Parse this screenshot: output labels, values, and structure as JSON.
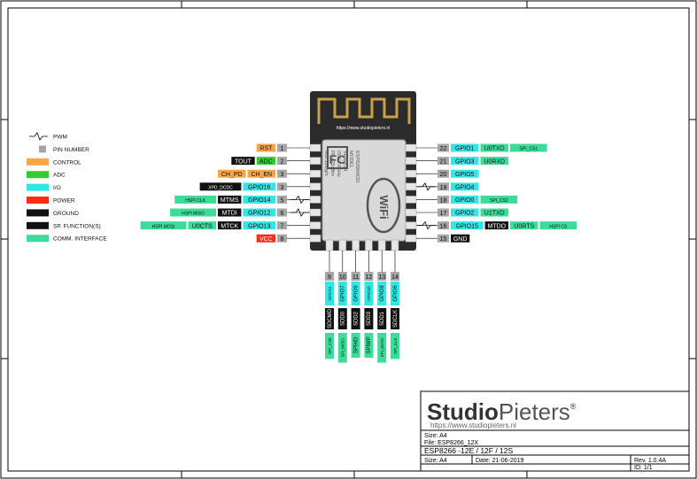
{
  "legend": [
    {
      "label": "PWM",
      "kind": "pwm",
      "color": "#000000"
    },
    {
      "label": "PIN NUMBER",
      "kind": "pin",
      "color": "#a6a6a6"
    },
    {
      "label": "CONTROL",
      "kind": "box",
      "color": "#f7a54a"
    },
    {
      "label": "ADC",
      "kind": "box",
      "color": "#33cc33"
    },
    {
      "label": "I/O",
      "kind": "box",
      "color": "#33e6e6"
    },
    {
      "label": "POWER",
      "kind": "box",
      "color": "#ff2a1a"
    },
    {
      "label": "GROUND",
      "kind": "box",
      "color": "#111111"
    },
    {
      "label": "SP. FUNCTION(S)",
      "kind": "box",
      "color": "#111111"
    },
    {
      "label": "COMM. INTERFACE",
      "kind": "box",
      "color": "#3ddc9a"
    }
  ],
  "colors": {
    "control": "#f7a54a",
    "adc": "#33cc33",
    "io": "#33e6e6",
    "power": "#ff2a1a",
    "ground": "#111111",
    "sp": "#111111",
    "comm": "#3ddc9a",
    "pin": "#a6a6a6",
    "module": "#2b2b2b",
    "shield": "#d9d9d9",
    "antenna": "#c8a24a"
  },
  "module": {
    "url": "https://www.studiopieters.nl",
    "shield_lines": [
      "ESP8266MOD",
      "MODEL",
      "VENDOR",
      "ISM 2.4GHz",
      "PA +25dBm",
      "802.11b/g/n"
    ]
  },
  "left_pins": [
    {
      "num": "1",
      "labels": [
        {
          "text": "RST",
          "type": "control"
        }
      ]
    },
    {
      "num": "2",
      "labels": [
        {
          "text": "ADC",
          "type": "adc"
        },
        {
          "text": "TOUT",
          "type": "sp"
        }
      ]
    },
    {
      "num": "3",
      "labels": [
        {
          "text": "CH_EN",
          "type": "control"
        },
        {
          "text": "CH_PD",
          "type": "control"
        }
      ]
    },
    {
      "num": "3",
      "labels": [
        {
          "text": "GPIO16",
          "type": "io"
        },
        {
          "text": "XPD_DCDC",
          "type": "sp"
        }
      ]
    },
    {
      "num": "5",
      "pwm": true,
      "labels": [
        {
          "text": "GPIO14",
          "type": "io"
        },
        {
          "text": "MTMS",
          "type": "sp"
        },
        {
          "text": "HSPI CLK",
          "type": "comm"
        }
      ]
    },
    {
      "num": "6",
      "pwm": true,
      "labels": [
        {
          "text": "GPIO12",
          "type": "io"
        },
        {
          "text": "MTDI",
          "type": "sp"
        },
        {
          "text": "HSPI MISO",
          "type": "comm"
        }
      ]
    },
    {
      "num": "7",
      "labels": [
        {
          "text": "GPIO13",
          "type": "io"
        },
        {
          "text": "MTCK",
          "type": "sp"
        },
        {
          "text": "U0CTS",
          "type": "comm"
        },
        {
          "text": "HSPI MOSI",
          "type": "comm"
        }
      ]
    },
    {
      "num": "8",
      "labels": [
        {
          "text": "VCC",
          "type": "power"
        }
      ]
    }
  ],
  "right_pins": [
    {
      "num": "22",
      "labels": [
        {
          "text": "GPIO1",
          "type": "io"
        },
        {
          "text": "U0TXD",
          "type": "comm"
        },
        {
          "text": "SPI_CS1",
          "type": "comm"
        }
      ]
    },
    {
      "num": "21",
      "labels": [
        {
          "text": "GPIO3",
          "type": "io"
        },
        {
          "text": "U0RXD",
          "type": "comm"
        }
      ]
    },
    {
      "num": "20",
      "labels": [
        {
          "text": "GPIO5",
          "type": "io"
        }
      ]
    },
    {
      "num": "19",
      "pwm": true,
      "labels": [
        {
          "text": "GPIO4",
          "type": "io"
        }
      ]
    },
    {
      "num": "18",
      "labels": [
        {
          "text": "GPIO0",
          "type": "io"
        },
        {
          "text": "SPI_CS2",
          "type": "comm"
        }
      ]
    },
    {
      "num": "17",
      "labels": [
        {
          "text": "GPIO2",
          "type": "io"
        },
        {
          "text": "U1TXD",
          "type": "comm"
        }
      ]
    },
    {
      "num": "16",
      "pwm": true,
      "labels": [
        {
          "text": "GPIO15",
          "type": "io"
        },
        {
          "text": "MTDO",
          "type": "sp"
        },
        {
          "text": "U0RTS",
          "type": "comm"
        },
        {
          "text": "HSPI CS",
          "type": "comm"
        }
      ]
    },
    {
      "num": "15",
      "labels": [
        {
          "text": "GND",
          "type": "ground"
        }
      ]
    }
  ],
  "bottom_pins": [
    {
      "num": "9",
      "labels": [
        {
          "text": "GPIO11",
          "type": "io"
        },
        {
          "text": "SDCMD",
          "type": "sp"
        },
        {
          "text": "SPI_CS0",
          "type": "comm"
        }
      ]
    },
    {
      "num": "10",
      "labels": [
        {
          "text": "GPIO7",
          "type": "io"
        },
        {
          "text": "SDD0",
          "type": "sp"
        },
        {
          "text": "SPI_MISO",
          "type": "comm"
        }
      ]
    },
    {
      "num": "11",
      "labels": [
        {
          "text": "GPIO9",
          "type": "io"
        },
        {
          "text": "SDD2",
          "type": "sp"
        },
        {
          "text": "SPIHD",
          "type": "comm"
        }
      ]
    },
    {
      "num": "12",
      "labels": [
        {
          "text": "GPIO10",
          "type": "io"
        },
        {
          "text": "SDD3",
          "type": "sp"
        },
        {
          "text": "SPIWP",
          "type": "comm"
        }
      ]
    },
    {
      "num": "13",
      "labels": [
        {
          "text": "GPIO8",
          "type": "io"
        },
        {
          "text": "SDD1",
          "type": "sp"
        },
        {
          "text": "SPI_MOSI",
          "type": "comm"
        }
      ]
    },
    {
      "num": "14",
      "labels": [
        {
          "text": "GPIO6",
          "type": "io"
        },
        {
          "text": "SDCLK",
          "type": "sp"
        },
        {
          "text": "SPI_CLK",
          "type": "comm"
        }
      ]
    }
  ],
  "title_block": {
    "brand_bold": "Studio",
    "brand_light": "Pieters",
    "brand_reg": "®",
    "brand_url": "https://www.studiopieters.nl",
    "size_line": "Size: A4",
    "file_line": "File: ESP8266_12X",
    "title": "ESP8266 -12E / 12F / 12S",
    "size2": "Size: A4",
    "date": "Date: 21-06-2019",
    "rev": "Rev. 1.0.4A",
    "id": "ID: 1/1"
  }
}
